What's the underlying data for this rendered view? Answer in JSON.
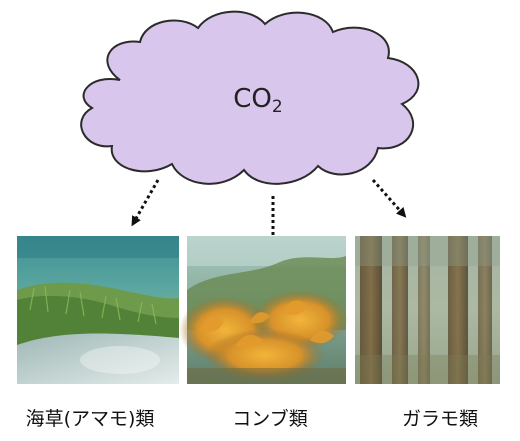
{
  "cloud": {
    "label_main": "CO",
    "label_sub": "2",
    "fill_color": "#d9c6ec",
    "stroke_color": "#2b2b2b"
  },
  "arrows": {
    "style": "dotted",
    "color": "#111111"
  },
  "panels": [
    {
      "icon": "seagrass-photo",
      "caption": "海草(アマモ)類"
    },
    {
      "icon": "kelp-photo",
      "caption": "コンブ類"
    },
    {
      "icon": "sargassum-photo",
      "caption": "ガラモ類"
    }
  ]
}
